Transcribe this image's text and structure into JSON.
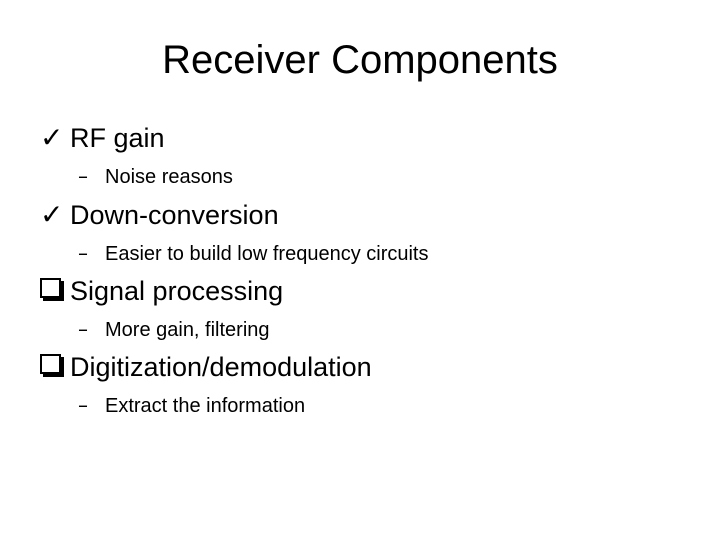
{
  "slide": {
    "title": "Receiver Components",
    "markers": {
      "check": "✓",
      "dash": "–",
      "square": "lower-right-shadowed-white-square (css shape)"
    },
    "bullets": [
      {
        "level": 1,
        "marker": "check",
        "text": "RF gain"
      },
      {
        "level": 2,
        "marker": "dash",
        "text": "Noise reasons"
      },
      {
        "level": 1,
        "marker": "check",
        "text": "Down-conversion"
      },
      {
        "level": 2,
        "marker": "dash",
        "text": "Easier to build low frequency circuits"
      },
      {
        "level": 1,
        "marker": "square",
        "text": "Signal processing"
      },
      {
        "level": 2,
        "marker": "dash",
        "text": "More gain, filtering"
      },
      {
        "level": 1,
        "marker": "square",
        "text": "Digitization/demodulation"
      },
      {
        "level": 2,
        "marker": "dash",
        "text": "Extract the information"
      }
    ],
    "colors": {
      "background": "#ffffff",
      "text": "#000000"
    }
  }
}
